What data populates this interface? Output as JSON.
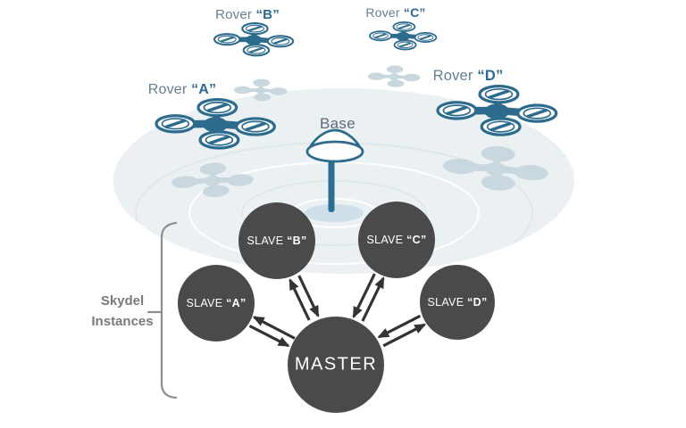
{
  "palette": {
    "drone_blue": "#2d6b8d",
    "ghost": "#c9d7de",
    "platter": "#ebf0f3",
    "ring_dark": "#dce6eb",
    "node_fill": "#4a4a4a",
    "node_text": "#ffffff",
    "arrow": "#333333",
    "bracket": "#8f8f8f",
    "label_blue": "#2f6a92",
    "label_blue_soft": "#66808f",
    "base_text": "#5d6c78",
    "skydel_text": "#7a7a7a",
    "pole": "#2a6e92",
    "shadow": "#cfe0ea"
  },
  "icons": {
    "drone": "quadcopter-drone-icon",
    "ghost_drone": "drone-ground-shadow-icon",
    "base_antenna": "gnss-base-antenna-icon"
  },
  "rovers": [
    {
      "prefix": "Rover",
      "name": "“A”"
    },
    {
      "prefix": "Rover",
      "name": "“B”"
    },
    {
      "prefix": "Rover",
      "name": "“C”"
    },
    {
      "prefix": "Rover",
      "name": "“D”"
    }
  ],
  "base": {
    "label": "Base"
  },
  "group": {
    "line1": "Skydel",
    "line2": "Instances"
  },
  "nodes": {
    "master": {
      "label": "MASTER"
    },
    "slaves": [
      {
        "prefix": "SLAVE",
        "name": "“A”"
      },
      {
        "prefix": "SLAVE",
        "name": "“B”"
      },
      {
        "prefix": "SLAVE",
        "name": "“C”"
      },
      {
        "prefix": "SLAVE",
        "name": "“D”"
      }
    ]
  }
}
